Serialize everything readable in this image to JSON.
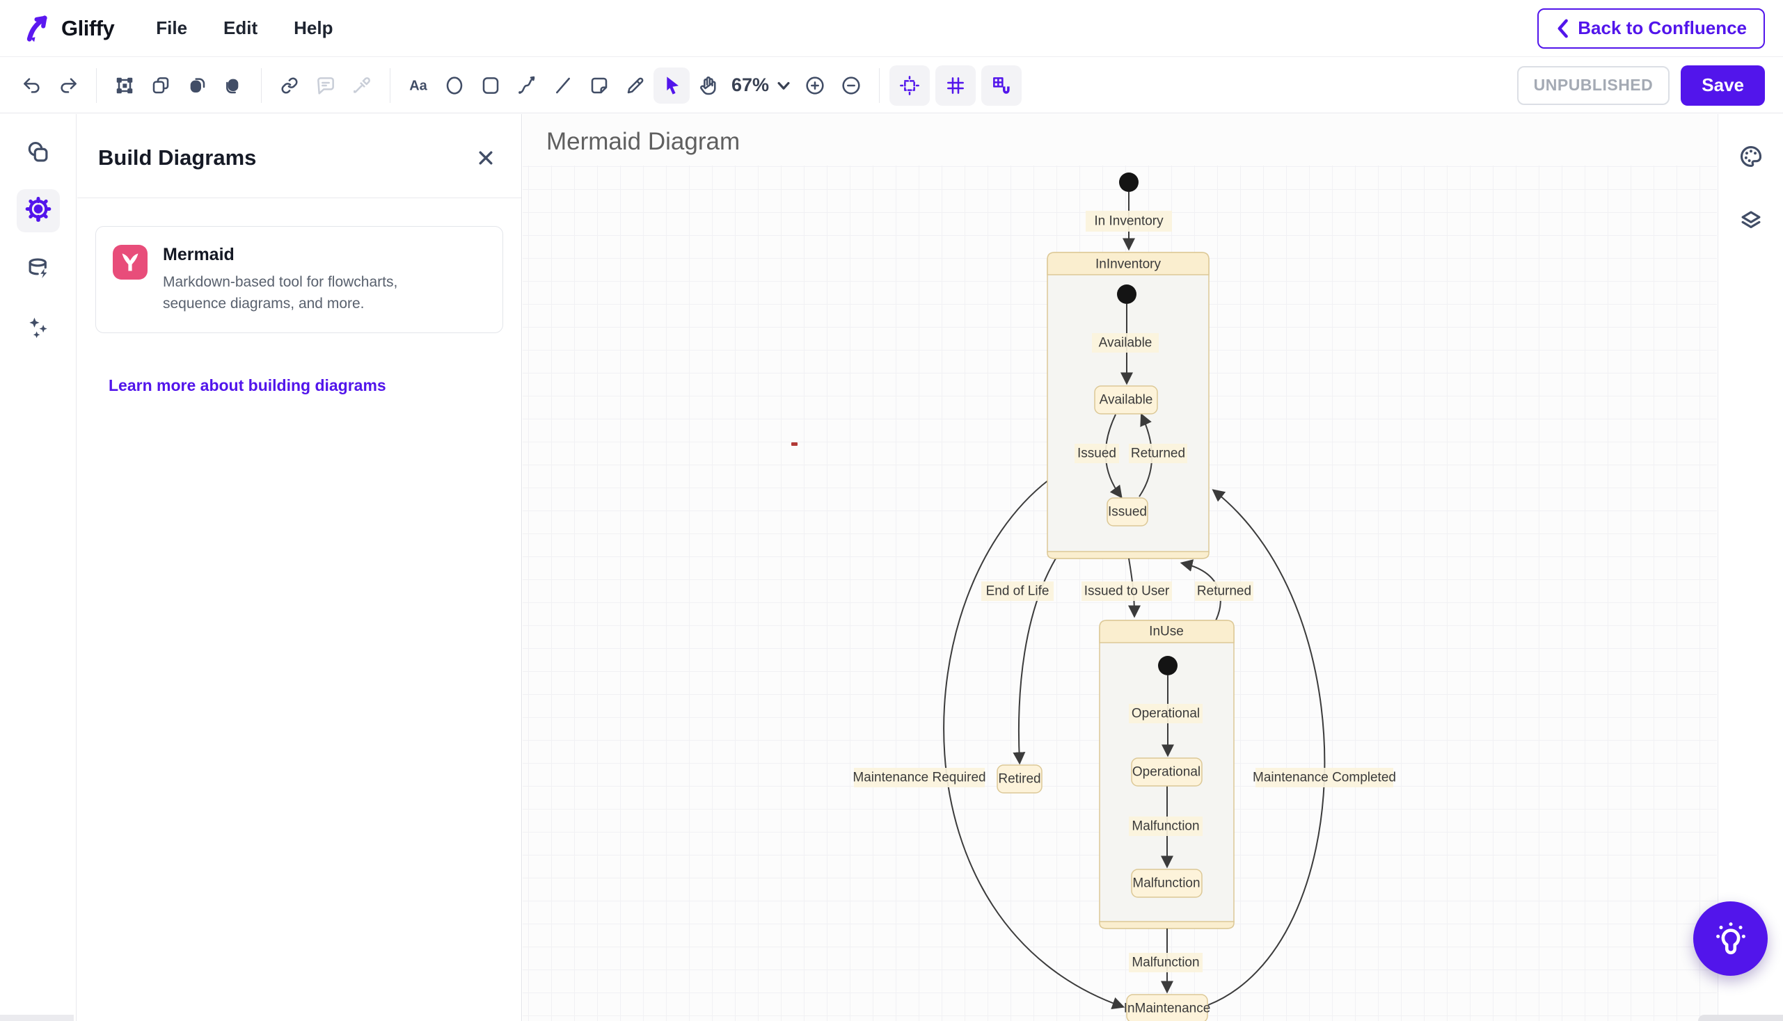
{
  "header": {
    "app_name": "Gliffy",
    "menus": [
      {
        "label": "File"
      },
      {
        "label": "Edit"
      },
      {
        "label": "Help"
      }
    ],
    "back_button_label": "Back to Confluence"
  },
  "toolbar": {
    "text_tool_label": "Aa",
    "zoom_level": "67%",
    "status_badge": "UNPUBLISHED",
    "save_label": "Save"
  },
  "panel": {
    "title": "Build Diagrams",
    "card": {
      "title": "Mermaid",
      "description": "Markdown-based tool for flowcharts, sequence diagrams, and more."
    },
    "link_label": "Learn more about building diagrams"
  },
  "canvas": {
    "title": "Mermaid Diagram"
  },
  "diagram": {
    "type": "state-diagram",
    "composites": {
      "inventory": "InInventory",
      "inuse": "InUse"
    },
    "states": {
      "available": "Available",
      "issued": "Issued",
      "operational": "Operational",
      "malfunction": "Malfunction",
      "retired": "Retired",
      "inmaintenance": "InMaintenance"
    },
    "edges": {
      "in_inventory": "In Inventory",
      "available": "Available",
      "issued": "Issued",
      "returned_inner": "Returned",
      "issued_to_user": "Issued to User",
      "returned_outer": "Returned",
      "end_of_life": "End of Life",
      "operational": "Operational",
      "malfunction_inner": "Malfunction",
      "malfunction_outer": "Malfunction",
      "maintenance_required": "Maintenance Required",
      "maintenance_completed": "Maintenance Completed"
    }
  },
  "colors": {
    "accent": "#5215eb",
    "node_fill": "#fdf3da",
    "node_border": "#dcc896",
    "composite_body": "#f5f5f2",
    "mermaid_brand": "#e84d7a"
  }
}
